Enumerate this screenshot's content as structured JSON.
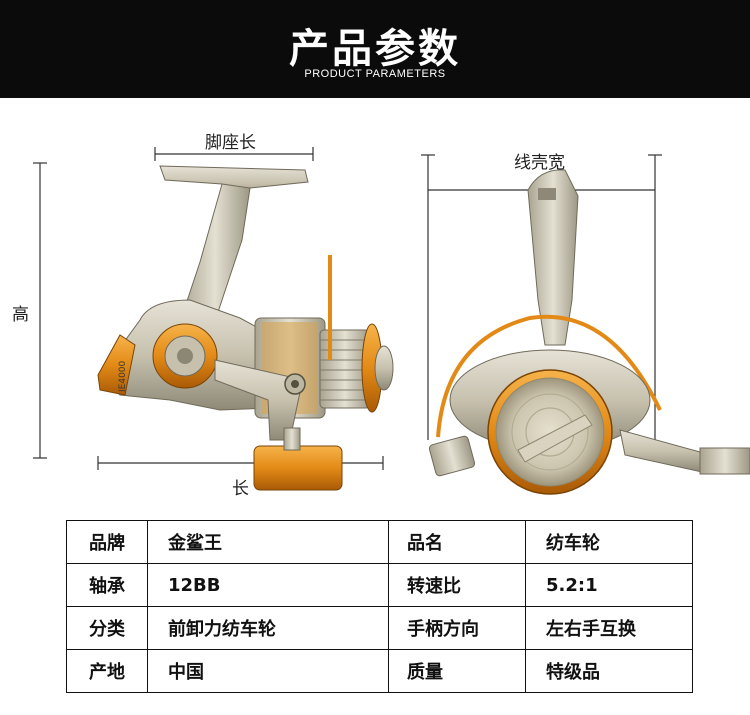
{
  "header": {
    "title": "产品参数",
    "subtitle": "PRODUCT PARAMETERS"
  },
  "dimensions": {
    "foot_length": "脚座长",
    "height": "高",
    "length": "长",
    "spool_width": "线壳宽"
  },
  "reel_marking": "IE4000",
  "colors": {
    "header_bg": "#0b0b0b",
    "reel_metal": "#c9c4b3",
    "accent_orange": "#e38a16"
  },
  "params": [
    {
      "label": "品牌",
      "value": "金鲨王",
      "label2": "品名",
      "value2": "纺车轮"
    },
    {
      "label": "轴承",
      "value": "12BB",
      "label2": "转速比",
      "value2": "5.2:1"
    },
    {
      "label": "分类",
      "value": "前卸力纺车轮",
      "label2": "手柄方向",
      "value2": "左右手互换"
    },
    {
      "label": "产地",
      "value": "中国",
      "label2": "质量",
      "value2": "特级品"
    }
  ]
}
